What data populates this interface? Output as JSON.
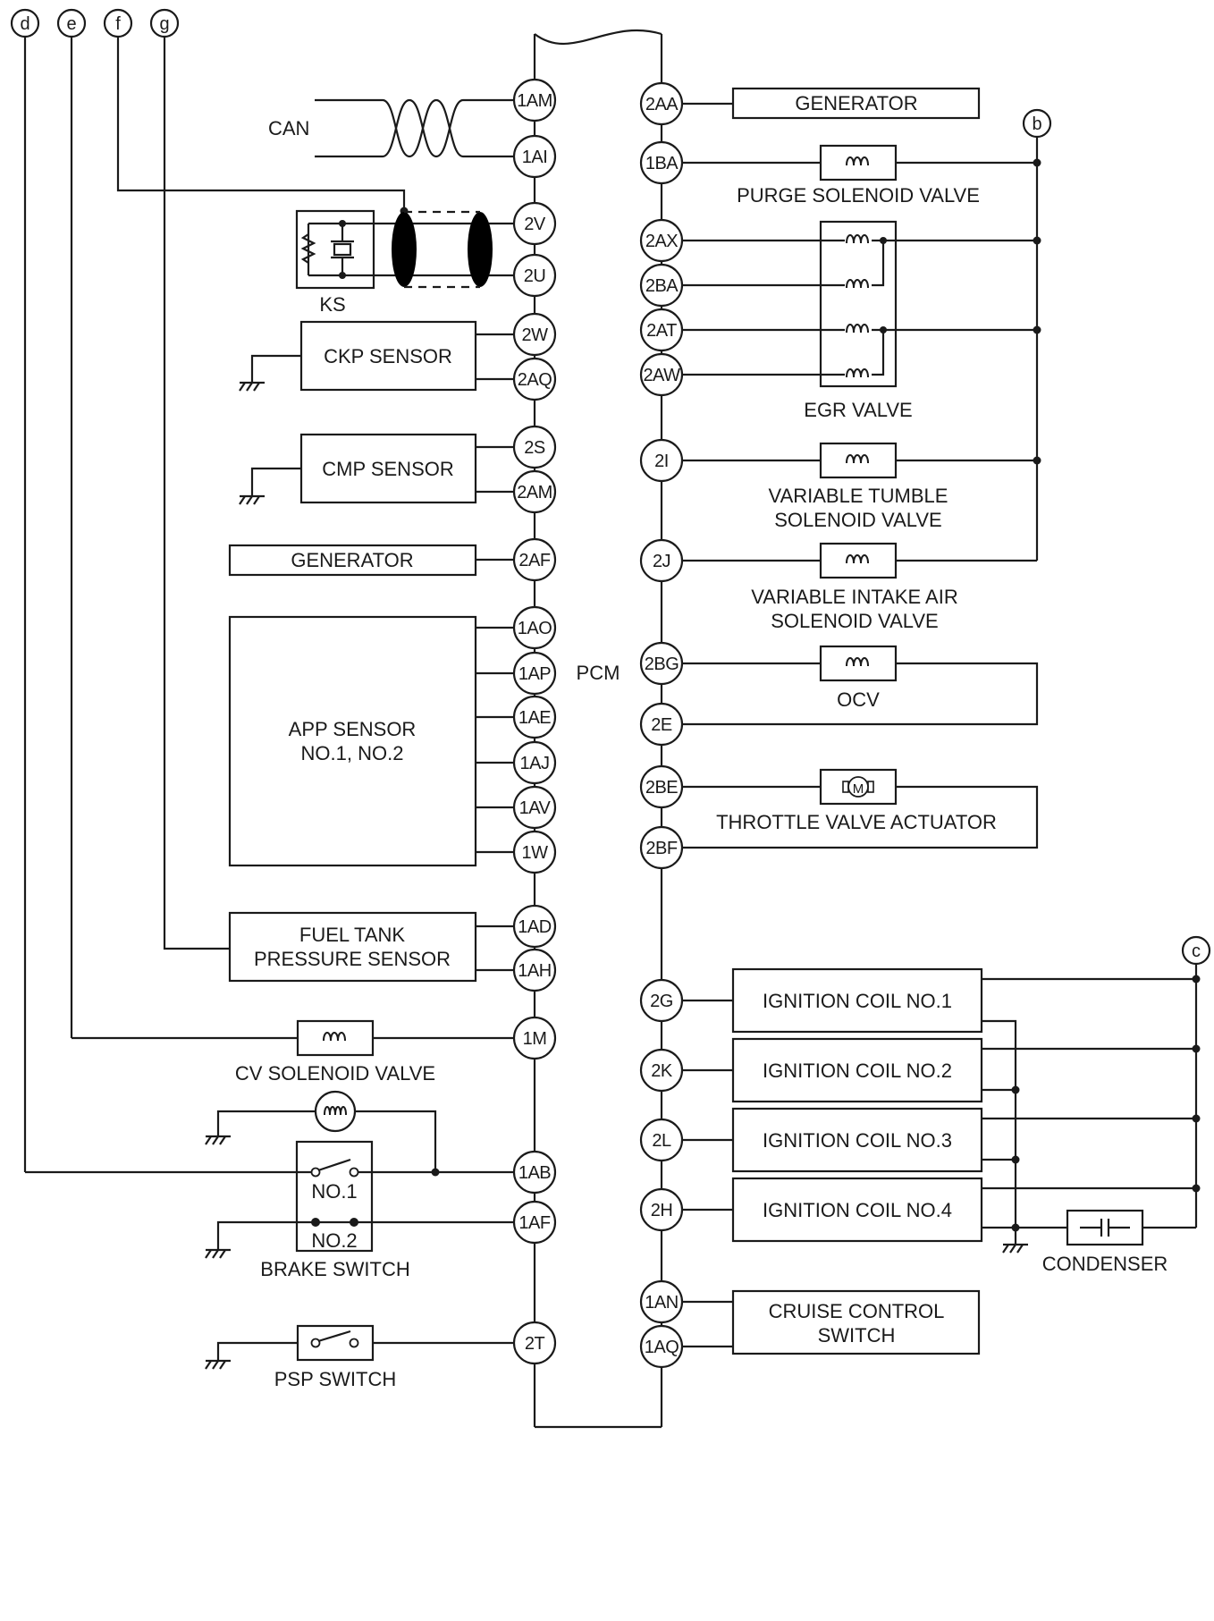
{
  "connectors": {
    "d": "d",
    "e": "e",
    "f": "f",
    "g": "g",
    "b": "b",
    "c": "c"
  },
  "pcm_label": "PCM",
  "pins": {
    "p1AM": "1AM",
    "p1AI": "1AI",
    "p2V": "2V",
    "p2U": "2U",
    "p2W": "2W",
    "p2AQ": "2AQ",
    "p2S": "2S",
    "p2AM": "2AM",
    "p2AF": "2AF",
    "p1AO": "1AO",
    "p1AP": "1AP",
    "p1AE": "1AE",
    "p1AJ": "1AJ",
    "p1AV": "1AV",
    "p1W": "1W",
    "p1AD": "1AD",
    "p1AH": "1AH",
    "p1M": "1M",
    "p1AB": "1AB",
    "p1AF": "1AF",
    "p2T": "2T",
    "p2AA": "2AA",
    "p1BA": "1BA",
    "p2AX": "2AX",
    "p2BA": "2BA",
    "p2AT": "2AT",
    "p2AW": "2AW",
    "p2I": "2I",
    "p2J": "2J",
    "p2BG": "2BG",
    "p2E": "2E",
    "p2BE": "2BE",
    "p2BF": "2BF",
    "p2G": "2G",
    "p2K": "2K",
    "p2L": "2L",
    "p2H": "2H",
    "p1AN": "1AN",
    "p1AQ": "1AQ"
  },
  "components": {
    "can": "CAN",
    "ks": "KS",
    "ckp": "CKP SENSOR",
    "cmp": "CMP SENSOR",
    "generator_left": "GENERATOR",
    "app_line1": "APP SENSOR",
    "app_line2": "NO.1, NO.2",
    "ftps_line1": "FUEL TANK",
    "ftps_line2": "PRESSURE SENSOR",
    "cv_solenoid": "CV SOLENOID VALVE",
    "brake_no1": "NO.1",
    "brake_no2": "NO.2",
    "brake_switch": "BRAKE SWITCH",
    "psp_switch": "PSP SWITCH",
    "generator_right": "GENERATOR",
    "purge": "PURGE SOLENOID VALVE",
    "egr": "EGR VALVE",
    "vt_line1": "VARIABLE TUMBLE",
    "vt_line2": "SOLENOID VALVE",
    "via_line1": "VARIABLE INTAKE AIR",
    "via_line2": "SOLENOID VALVE",
    "ocv": "OCV",
    "tva": "THROTTLE VALVE ACTUATOR",
    "motor": "M",
    "ig1": "IGNITION COIL NO.1",
    "ig2": "IGNITION COIL NO.2",
    "ig3": "IGNITION COIL NO.3",
    "ig4": "IGNITION COIL NO.4",
    "condenser": "CONDENSER",
    "cc_line1": "CRUISE CONTROL",
    "cc_line2": "SWITCH"
  }
}
